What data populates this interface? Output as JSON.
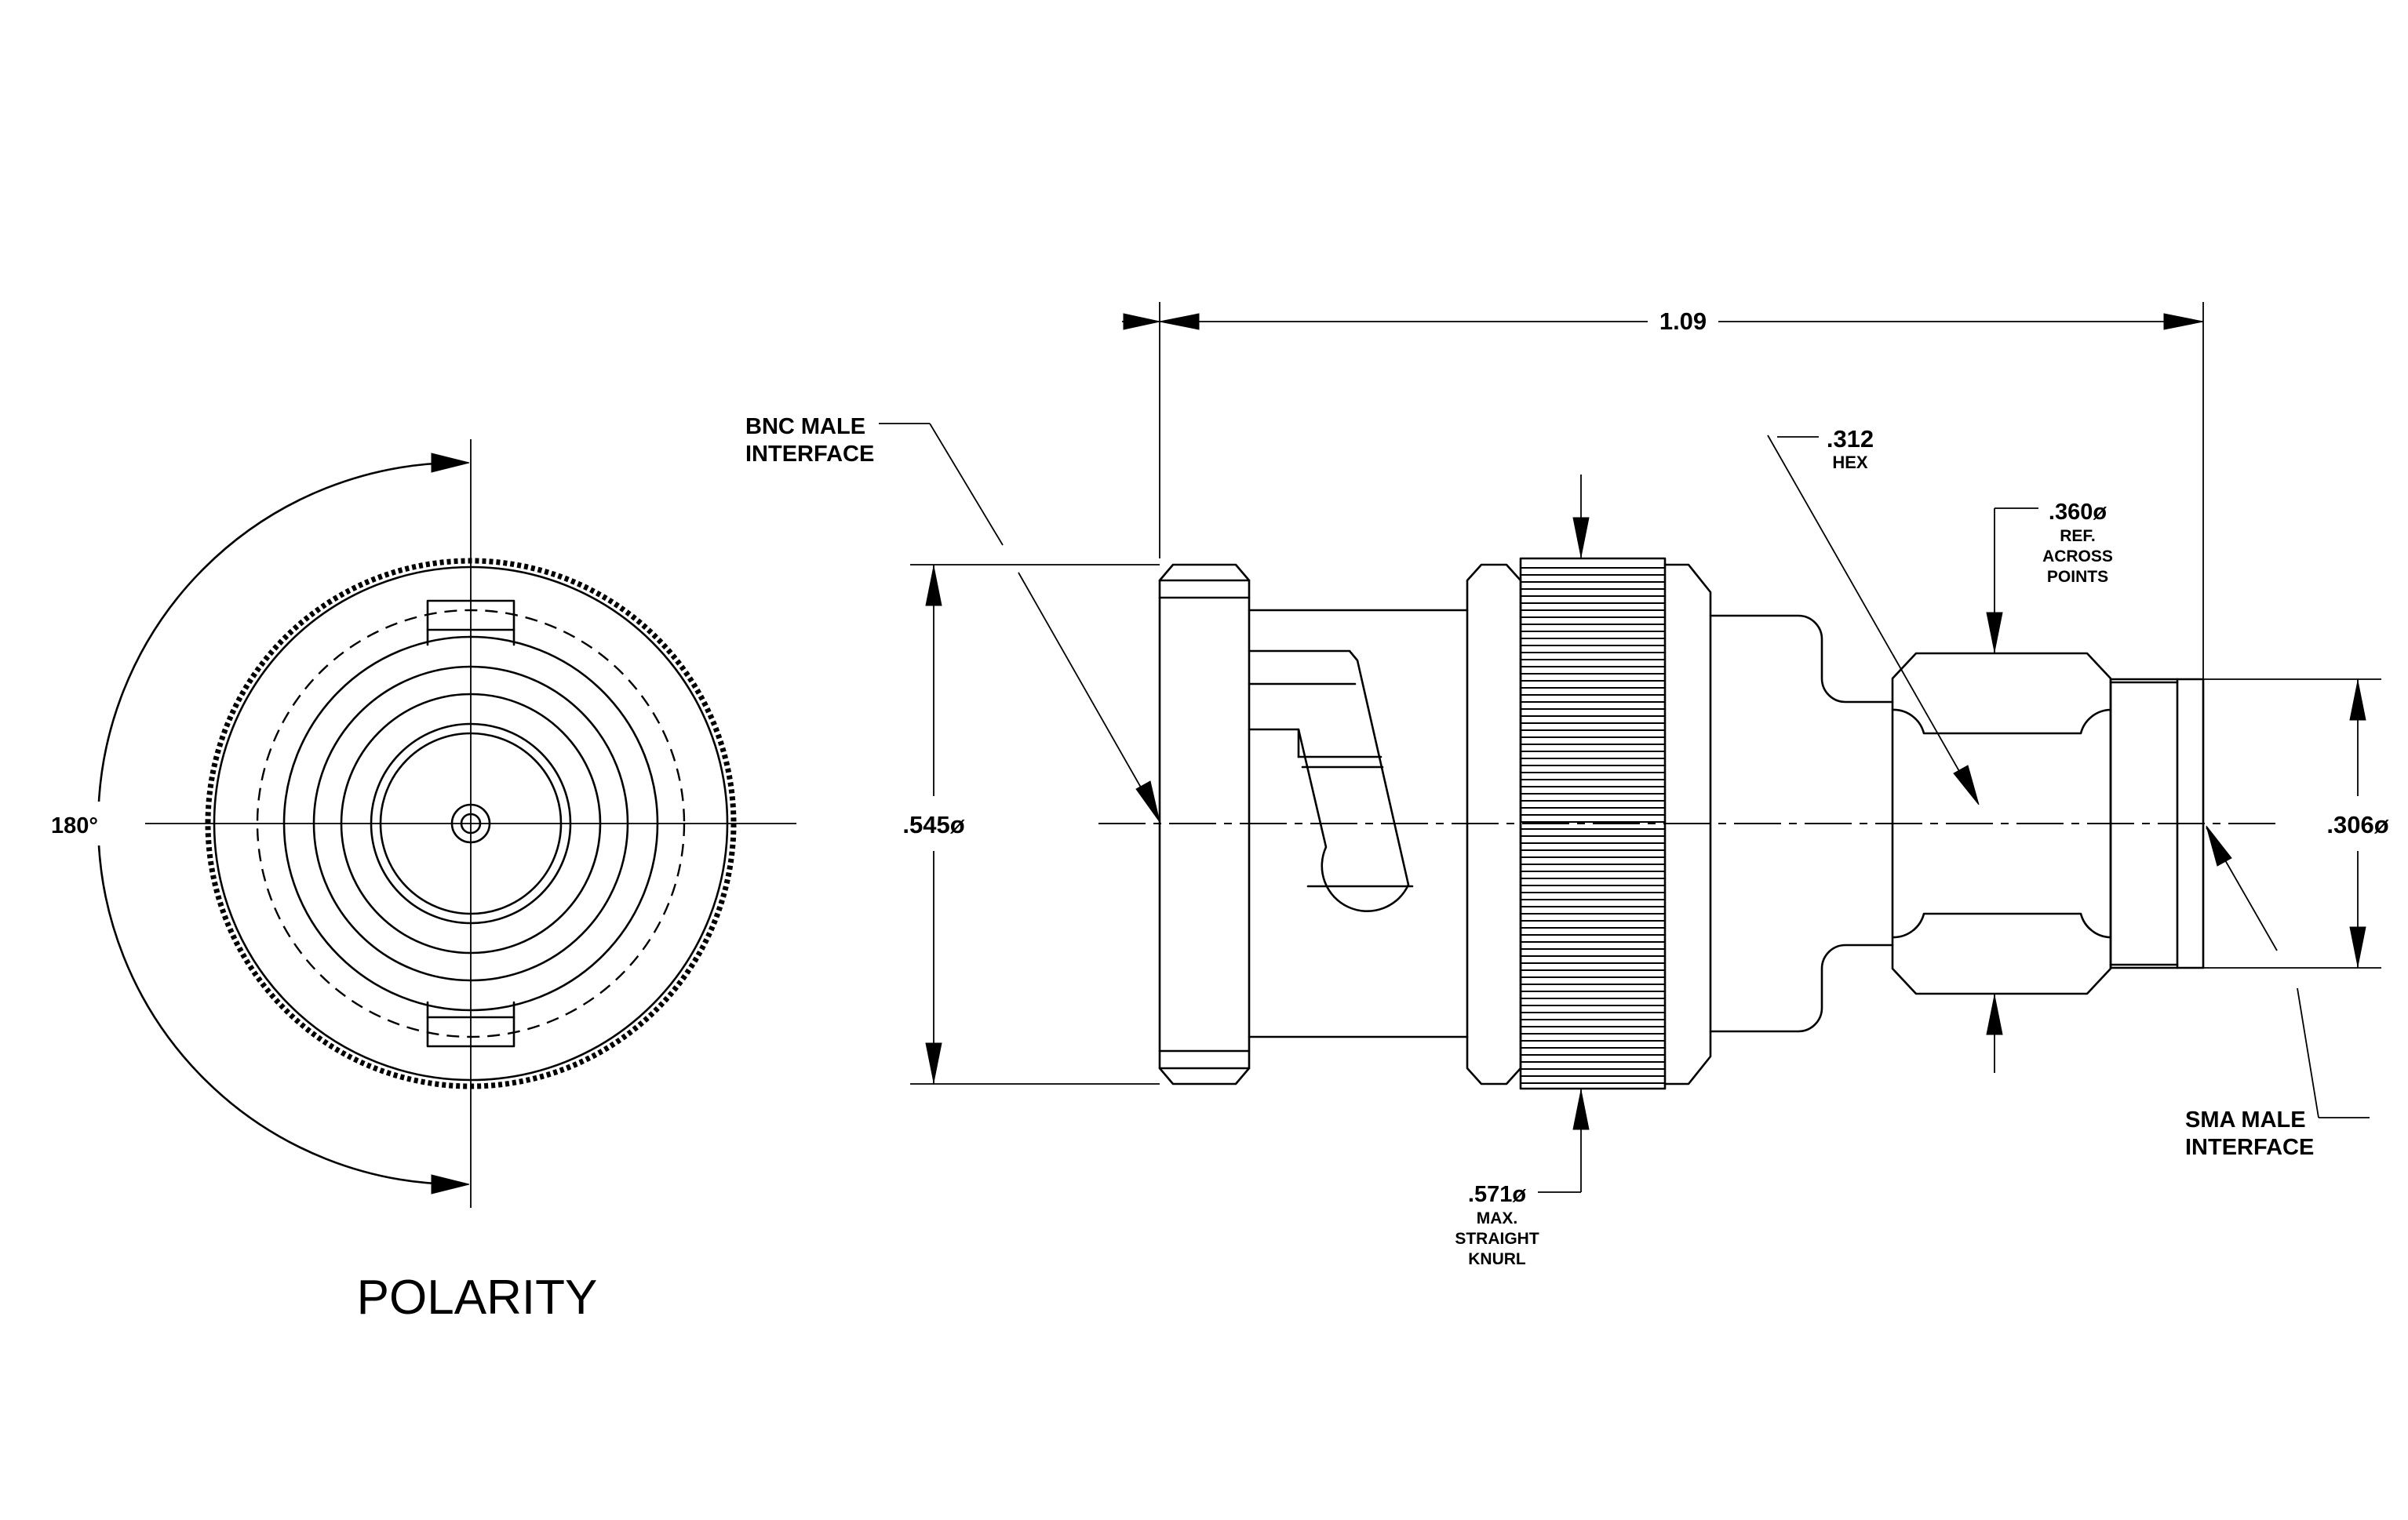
{
  "labels": {
    "bnc_line1": "BNC MALE",
    "bnc_line2": "INTERFACE",
    "sma_line1": "SMA MALE",
    "sma_line2": "INTERFACE",
    "length": "1.09",
    "hex_value": ".312",
    "hex_unit": "HEX",
    "across_value": ".360ø",
    "across_line1": "REF.",
    "across_line2": "ACROSS",
    "across_line3": "POINTS",
    "bnc_dia": ".545ø",
    "sma_dia": ".306ø",
    "knurl_value": ".571ø",
    "knurl_line1": "MAX.",
    "knurl_line2": "STRAIGHT",
    "knurl_line3": "KNURL",
    "angle": "180°",
    "polarity": "POLARITY"
  },
  "icons": {
    "front_view": "bnc-connector-front-view",
    "side_view": "bnc-to-sma-adapter-side-view"
  }
}
